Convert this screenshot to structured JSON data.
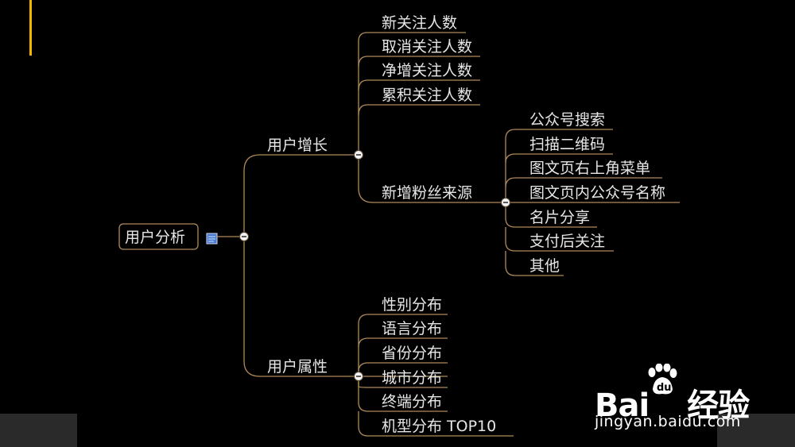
{
  "mindmap": {
    "root": {
      "label": "用户分析"
    },
    "branches": [
      {
        "label": "用户增长",
        "children": [
          {
            "label": "新关注人数"
          },
          {
            "label": "取消关注人数"
          },
          {
            "label": "净增关注人数"
          },
          {
            "label": "累积关注人数"
          },
          {
            "label": "新增粉丝来源",
            "children": [
              {
                "label": "公众号搜索"
              },
              {
                "label": "扫描二维码"
              },
              {
                "label": "图文页右上角菜单"
              },
              {
                "label": "图文页内公众号名称"
              },
              {
                "label": "名片分享"
              },
              {
                "label": "支付后关注"
              },
              {
                "label": "其他"
              }
            ]
          }
        ]
      },
      {
        "label": "用户属性",
        "children": [
          {
            "label": "性别分布"
          },
          {
            "label": "语言分布"
          },
          {
            "label": "省份分布"
          },
          {
            "label": "城市分布"
          },
          {
            "label": "终端分布"
          },
          {
            "label": "机型分布 TOP10"
          }
        ]
      }
    ]
  },
  "watermark": {
    "brand_left": "Bai",
    "brand_right": "经验",
    "url": "jingyan.baidu.com"
  },
  "colors": {
    "background": "#000000",
    "connector": "#b08a5a",
    "accent": "#f5b400",
    "text": "#e6e6e6"
  }
}
